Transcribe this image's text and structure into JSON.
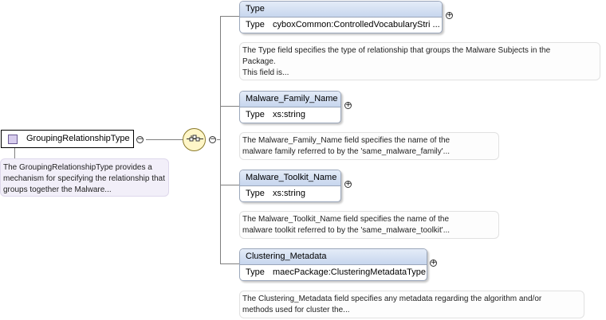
{
  "root": {
    "name": "GroupingRelationshipType",
    "documentation": "The GroupingRelationshipType provides a mechanism for specifying the relationship that groups together the Malware..."
  },
  "type_key_label": "Type",
  "elements": [
    {
      "name": "Type",
      "type": "cyboxCommon:ControlledVocabularyStri ...",
      "doc_lines": [
        "The Type field specifies the type of relationship that groups the Malware Subjects in the",
        "Package.",
        "This field is..."
      ]
    },
    {
      "name": "Malware_Family_Name",
      "type": "xs:string",
      "doc_lines": [
        "The Malware_Family_Name field specifies the name of the",
        "malware family referred to by the 'same_malware_family'..."
      ]
    },
    {
      "name": "Malware_Toolkit_Name",
      "type": "xs:string",
      "doc_lines": [
        "The Malware_Toolkit_Name field specifies the name of the",
        "malware toolkit referred to by the 'same_malware_toolkit'..."
      ]
    },
    {
      "name": "Clustering_Metadata",
      "type": "maecPackage:ClusteringMetadataType",
      "doc_lines": [
        "The Clustering_Metadata field specifies any metadata regarding the algorithm and/or",
        "methods used for cluster the..."
      ]
    }
  ],
  "toggles": {
    "collapse": "−",
    "expand": "+"
  }
}
